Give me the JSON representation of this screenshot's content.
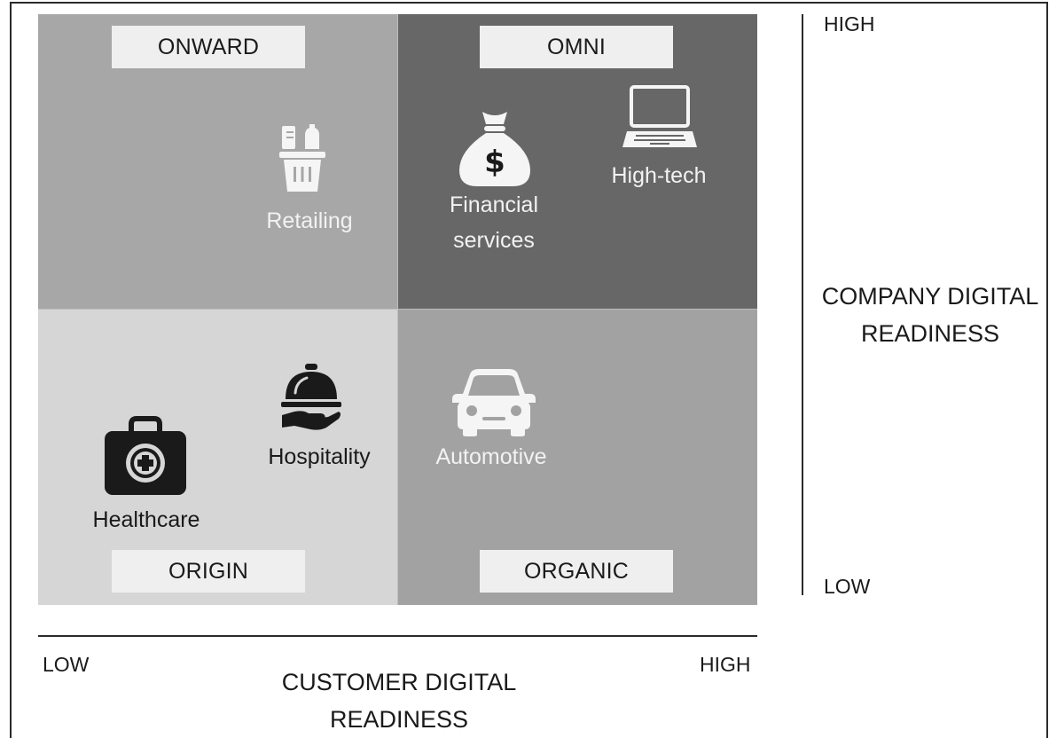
{
  "colors": {
    "onward": "#a7a7a7",
    "omni": "#676767",
    "origin": "#d6d6d6",
    "organic": "#a2a2a2",
    "label_box": "#efefef",
    "icon_dark": "#1a1a1a",
    "icon_light": "#f5f5f5"
  },
  "quadrants": {
    "onward": {
      "label": "ONWARD"
    },
    "omni": {
      "label": "OMNI"
    },
    "origin": {
      "label": "ORIGIN"
    },
    "organic": {
      "label": "ORGANIC"
    }
  },
  "industries": {
    "retailing": {
      "label": "Retailing",
      "icon": "shopping-basket-icon"
    },
    "financial": {
      "line1": "Financial",
      "line2": "services",
      "icon": "money-bag-icon"
    },
    "hightech": {
      "label": "High-tech",
      "icon": "laptop-icon"
    },
    "hospitality": {
      "label": "Hospitality",
      "icon": "cloche-hand-icon"
    },
    "healthcare": {
      "label": "Healthcare",
      "icon": "medical-kit-icon"
    },
    "automotive": {
      "label": "Automotive",
      "icon": "car-icon"
    }
  },
  "axes": {
    "x": {
      "low": "LOW",
      "high": "HIGH",
      "title_line1": "CUSTOMER DIGITAL",
      "title_line2": "READINESS"
    },
    "y": {
      "low": "LOW",
      "high": "HIGH",
      "title_line1": "COMPANY DIGITAL",
      "title_line2": "READINESS"
    }
  }
}
